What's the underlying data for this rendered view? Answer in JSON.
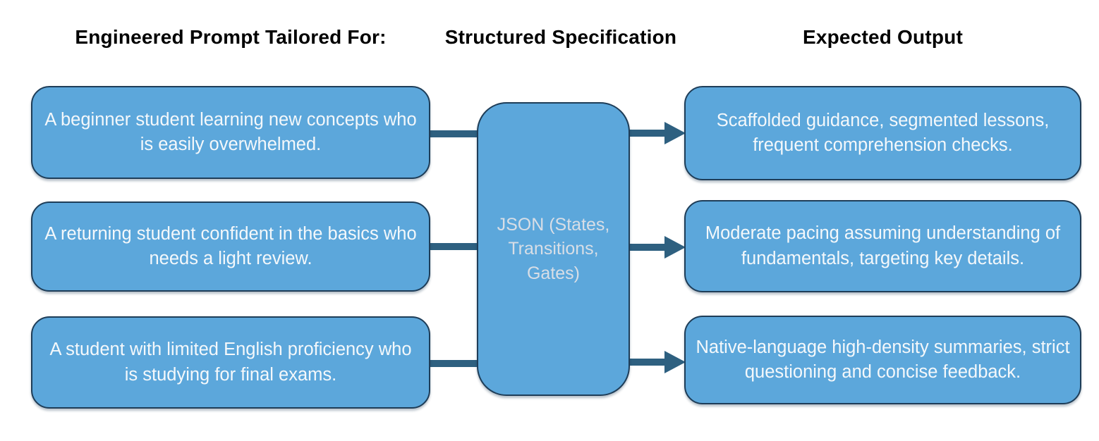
{
  "diagram": {
    "headers": [
      {
        "label": "Engineered Prompt Tailored For:"
      },
      {
        "label": "Structured Specification"
      },
      {
        "label": "Expected Output"
      }
    ],
    "left_boxes": [
      {
        "text": "A beginner student learning new concepts who is easily overwhelmed."
      },
      {
        "text": "A returning student confident in the basics who needs a light review."
      },
      {
        "text": "A student with limited English proficiency who is studying for final exams."
      }
    ],
    "middle_box": {
      "text": "JSON (States, Transitions, Gates)"
    },
    "right_boxes": [
      {
        "text": "Scaffolded guidance, segmented lessons, frequent comprehension checks."
      },
      {
        "text": "Moderate pacing assuming understanding of fundamentals, targeting key details."
      },
      {
        "text": "Native-language high-density summaries, strict questioning and concise feedback."
      }
    ]
  },
  "colors": {
    "background": "#ffffff",
    "header_text": "#000000",
    "box_fill": "#5CA7DB",
    "box_border": "#1E3D58",
    "box_text": "#F4F8FB",
    "mid_text": "#D8DEE6",
    "connector": "#2E6080"
  }
}
